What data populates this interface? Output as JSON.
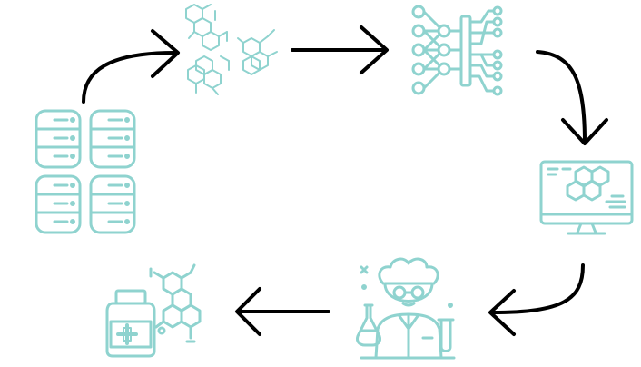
{
  "diagram": {
    "colors": {
      "icon": "#8fd3cf",
      "arrow": "#000000",
      "background": "#ffffff"
    },
    "nodes": [
      {
        "id": "databases",
        "icon": "database-stack-icon"
      },
      {
        "id": "molecules",
        "icon": "molecule-structures-icon"
      },
      {
        "id": "neural-network",
        "icon": "neural-network-icon"
      },
      {
        "id": "computer-screen",
        "icon": "monitor-molecule-icon"
      },
      {
        "id": "scientist",
        "icon": "scientist-lab-icon"
      },
      {
        "id": "medicine",
        "icon": "medicine-bottle-icon"
      }
    ],
    "edges": [
      {
        "from": "databases",
        "to": "molecules",
        "style": "curved"
      },
      {
        "from": "molecules",
        "to": "neural-network",
        "style": "straight"
      },
      {
        "from": "neural-network",
        "to": "computer-screen",
        "style": "curved"
      },
      {
        "from": "computer-screen",
        "to": "scientist",
        "style": "curved"
      },
      {
        "from": "scientist",
        "to": "medicine",
        "style": "straight"
      }
    ]
  }
}
